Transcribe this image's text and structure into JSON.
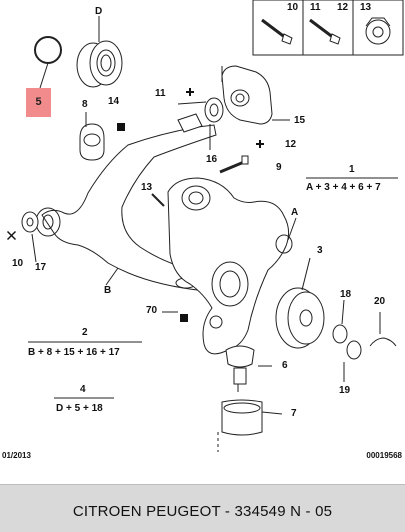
{
  "callouts": {
    "D": "D",
    "n10_top": "10",
    "n11_top": "11",
    "n12_top": "12",
    "n13_top": "13",
    "n5": "5",
    "n8": "8",
    "n14": "14",
    "n11": "11",
    "n15": "15",
    "n16": "16",
    "n12": "12",
    "n9": "9",
    "n1": "1",
    "n13": "13",
    "A": "A",
    "n10": "10",
    "n17": "17",
    "n3": "3",
    "B": "B",
    "n70": "70",
    "n18": "18",
    "n20": "20",
    "n2": "2",
    "n6": "6",
    "n19": "19",
    "n4": "4",
    "n7": "7"
  },
  "formulas": {
    "f1": "A + 3 + 4 + 6 + 7",
    "f2": "B + 8 + 15 + 16 + 17",
    "f4": "D + 5 + 18"
  },
  "bottom_left": "01/2013",
  "bottom_right": "00019568",
  "footer": {
    "brand": "CITROEN PEUGEOT",
    "part_number": "334549",
    "page": "N - 05",
    "text": "CITROEN PEUGEOT - 334549     N - 05"
  }
}
